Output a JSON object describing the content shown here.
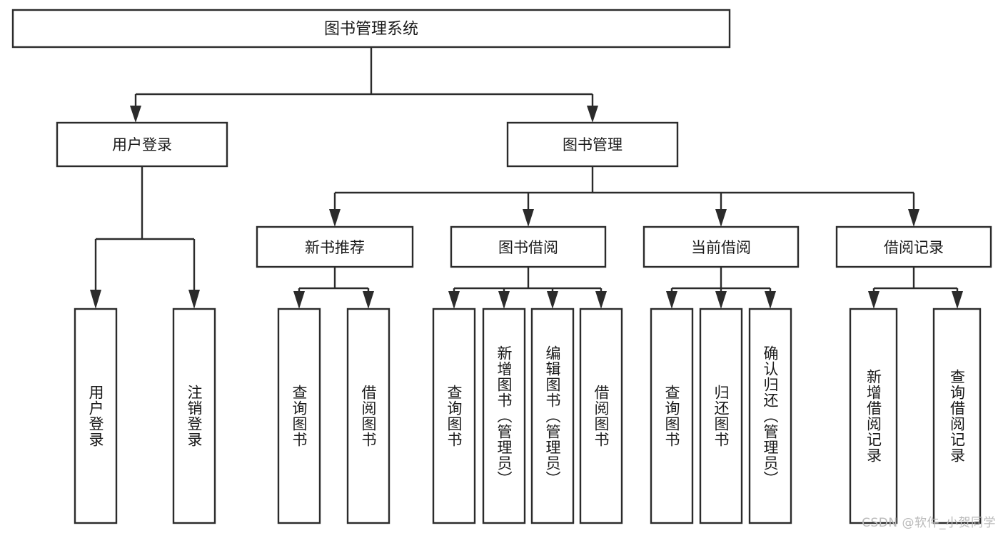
{
  "diagram": {
    "type": "tree",
    "title": "图书管理系统",
    "orientation": "top-down",
    "colors": {
      "box_fill": "#ffffff",
      "box_stroke": "#2b2b2b",
      "text": "#1a1a1a",
      "background": "#ffffff",
      "watermark": "#b9b9b9"
    },
    "root": {
      "label": "图书管理系统"
    },
    "level1": [
      {
        "label": "用户登录"
      },
      {
        "label": "图书管理"
      }
    ],
    "level2": [
      {
        "label": "新书推荐",
        "parent": "图书管理"
      },
      {
        "label": "图书借阅",
        "parent": "图书管理"
      },
      {
        "label": "当前借阅",
        "parent": "图书管理"
      },
      {
        "label": "借阅记录",
        "parent": "图书管理"
      }
    ],
    "leaves": {
      "用户登录": [
        {
          "label": "用户登录"
        },
        {
          "label": "注销登录"
        }
      ],
      "新书推荐": [
        {
          "label": "查询图书"
        },
        {
          "label": "借阅图书"
        }
      ],
      "图书借阅": [
        {
          "label": "查询图书"
        },
        {
          "label": "新增图书（管理员）"
        },
        {
          "label": "编辑图书（管理员）"
        },
        {
          "label": "借阅图书"
        }
      ],
      "当前借阅": [
        {
          "label": "查询图书"
        },
        {
          "label": "归还图书"
        },
        {
          "label": "确认归还（管理员）"
        }
      ],
      "借阅记录": [
        {
          "label": "新增借阅记录"
        },
        {
          "label": "查询借阅记录"
        }
      ]
    }
  },
  "watermark": {
    "text": "CSDN @软件_小贺同学"
  }
}
